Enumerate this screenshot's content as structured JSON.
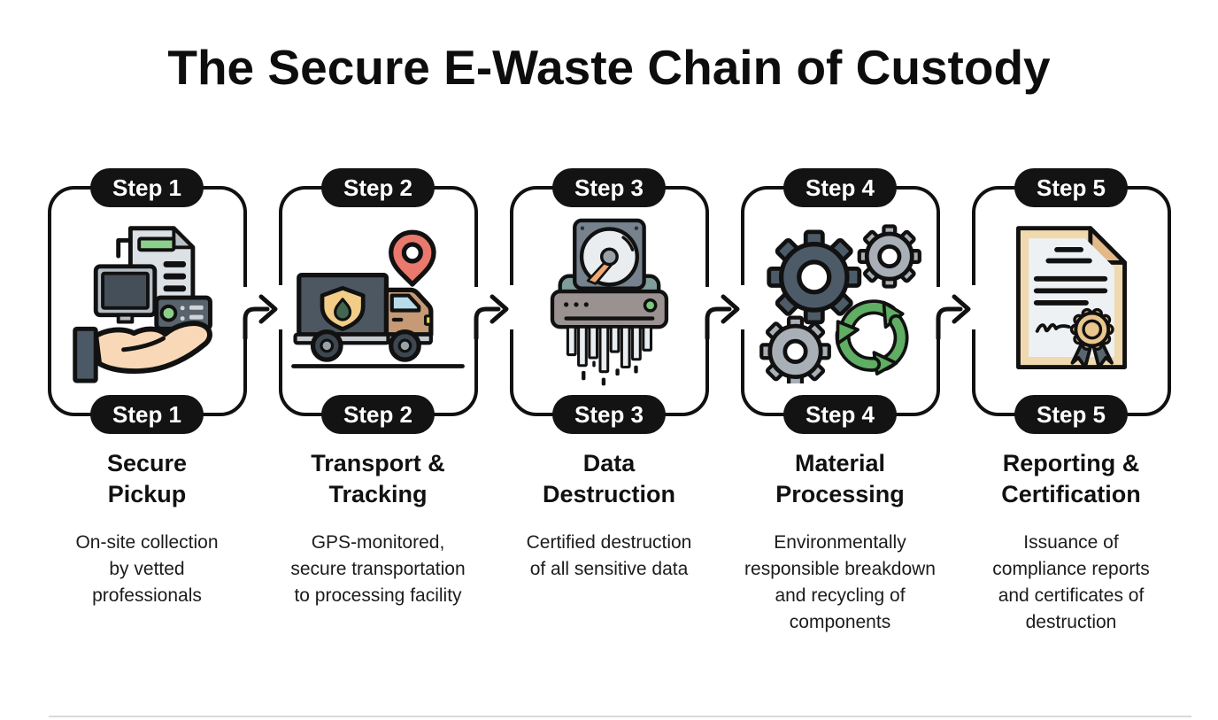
{
  "title": "The Secure E-Waste Chain of Custody",
  "steps": [
    {
      "badge": "Step 1",
      "title": "Secure\nPickup",
      "description": "On-site collection\nby vetted\nprofessionals",
      "icon": "hand-holding-devices"
    },
    {
      "badge": "Step 2",
      "title": "Transport &\nTracking",
      "description": "GPS-monitored,\nsecure transportation\nto processing facility",
      "icon": "secure-gps-truck"
    },
    {
      "badge": "Step 3",
      "title": "Data\nDestruction",
      "description": "Certified destruction\nof all sensitive data",
      "icon": "hard-drive-shredder"
    },
    {
      "badge": "Step 4",
      "title": "Material\nProcessing",
      "description": "Environmentally\nresponsible breakdown\nand recycling of\ncomponents",
      "icon": "gears-and-recycling"
    },
    {
      "badge": "Step 5",
      "title": "Reporting &\nCertification",
      "description": "Issuance of\ncompliance reports\nand certificates of\ndestruction",
      "icon": "certificate-with-seal"
    }
  ],
  "colors": {
    "badge_background": "#131313",
    "badge_text": "#ffffff",
    "outline_black": "#111111",
    "slate_dark": "#4d5b69",
    "gear_light_gray": "#a9afb6",
    "recycle_green": "#5fae63",
    "led_green": "#7cc979",
    "doc_green_bar": "#8ccf8b",
    "pin_red": "#ea796d",
    "shield_gold": "#f2cd88",
    "shield_leaf_green": "#41684f",
    "truck_cab_tan": "#c69a75",
    "truck_window_blue": "#b7dbe9",
    "headlight_yellow": "#e8d44f",
    "chassis_gray": "#c6cbd0",
    "wheel_dark": "#3e4750",
    "hdd_gray": "#76828e",
    "platter_light": "#e9edf0",
    "shredder_body": "#9a9191",
    "shredder_flaps": "#7f9e9b",
    "actuator_orange": "#f2a873",
    "paper_light": "#eef1f3",
    "cert_border_tan": "#f0d9ae",
    "cert_fold_tan": "#e2b987",
    "seal_tan": "#e9c68e",
    "ribbon_gray": "#5a6570",
    "hand_skin": "#f8d8b6",
    "sleeve_slate": "#4b5866"
  }
}
